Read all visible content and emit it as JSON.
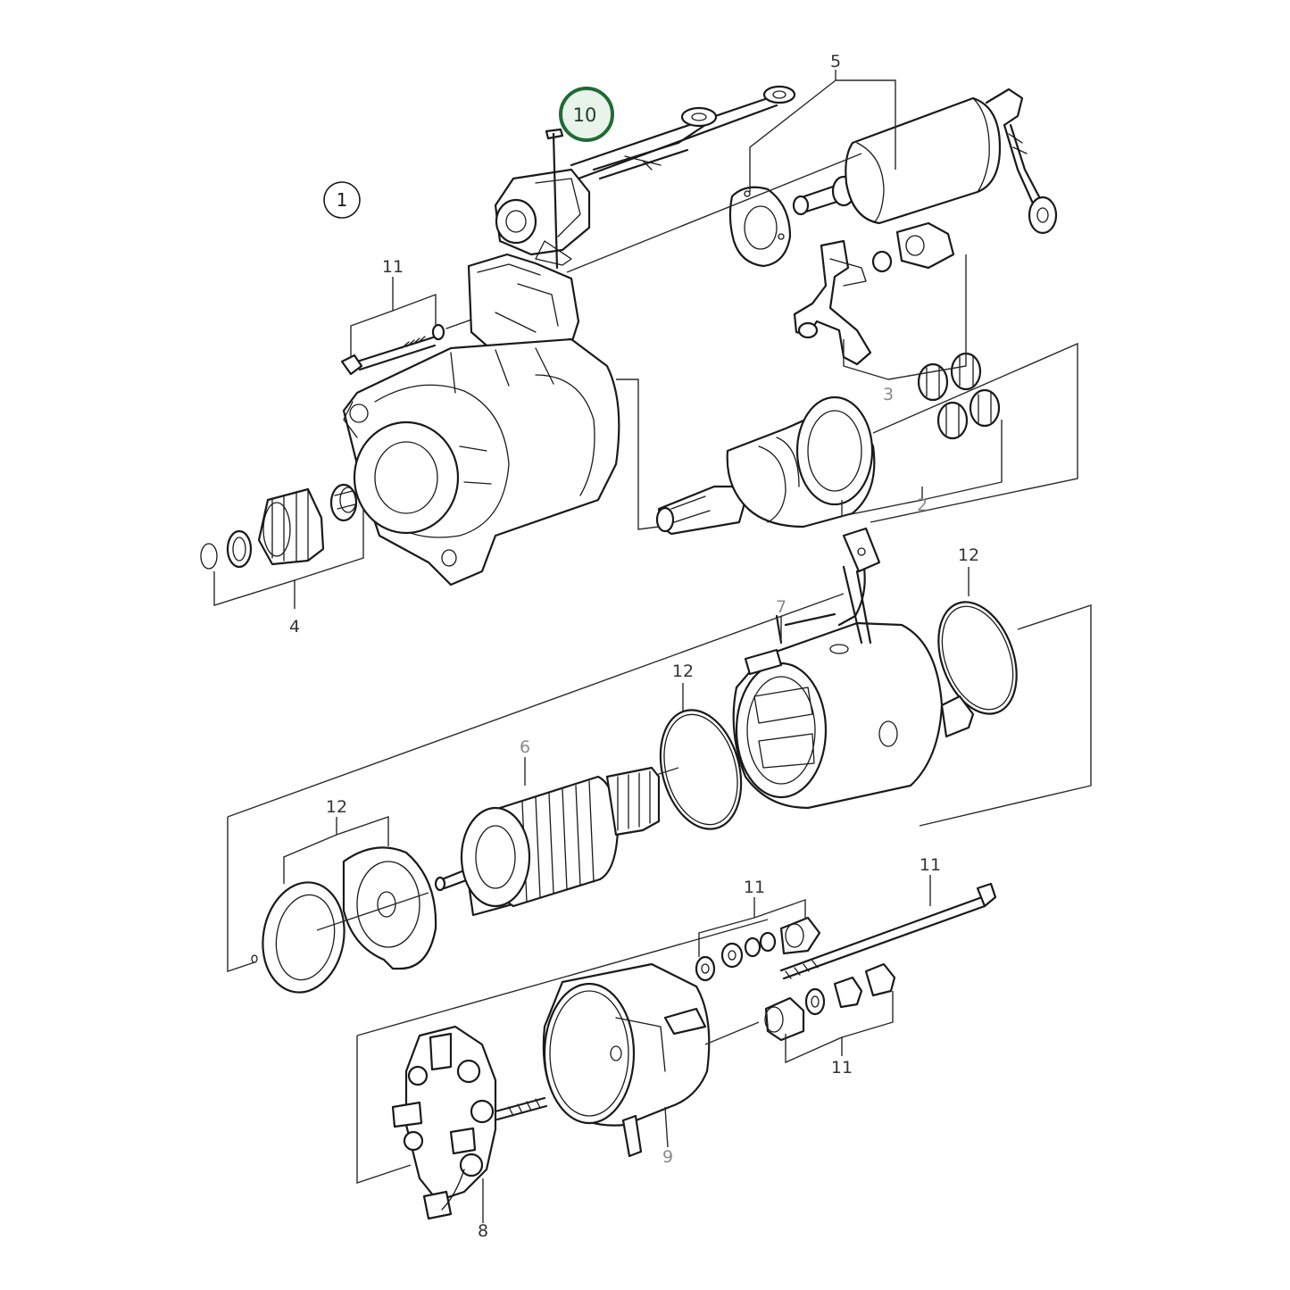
{
  "figure_marker": "1",
  "highlight": {
    "label": "10",
    "color": "#1f6b35"
  },
  "callouts": {
    "c2": "2",
    "c3": "3",
    "c4": "4",
    "c5": "5",
    "c6": "6",
    "c7": "7",
    "c8": "8",
    "c9": "9",
    "c11_bolt_top": "11",
    "c11_long_bolt": "11",
    "c11_nut_set": "11",
    "c11_washer_set": "11",
    "c12_housing_ring": "12",
    "c12_armature_ring": "12",
    "c12_end_plate": "12"
  },
  "colors": {
    "line": "#1a1a1a",
    "label": "#333333",
    "label_faded": "#8a8a8a"
  }
}
